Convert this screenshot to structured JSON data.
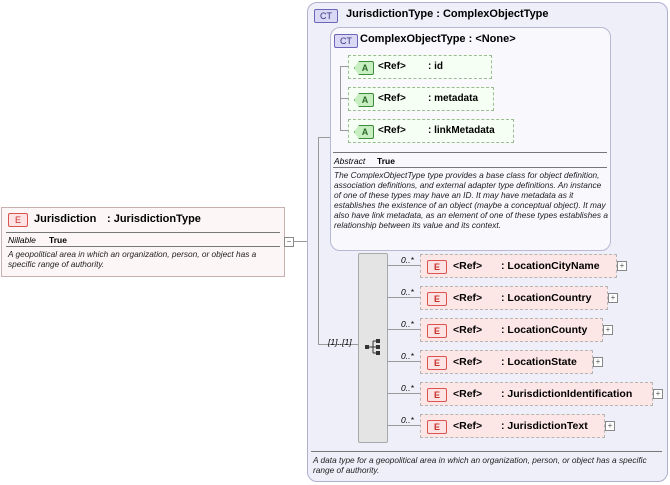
{
  "root": {
    "badge": "E",
    "name": "Jurisdiction",
    "type": ": JurisdictionType",
    "nillable_label": "Nillable",
    "nillable_value": "True",
    "doc": "A geopolitical area in which an organization, person, or object has a specific range of authority."
  },
  "outer": {
    "badge": "CT",
    "title": "JurisdictionType : ComplexObjectType",
    "doc": "A data type for a geopolitical area in which an organization, person, or object has a specific range of authority."
  },
  "inner": {
    "badge": "CT",
    "title": "ComplexObjectType : <None>",
    "abstract_label": "Abstract",
    "abstract_value": "True",
    "doc": "The ComplexObjectType type provides a base class for object definition, association definitions, and external adapter type definitions. An instance of one of these types may have an ID. It may have metadata as it establishes the existence of an object (maybe a conceptual object). It may also have link metadata, as an element of one of these types establishes a relationship between its value and its context.",
    "attributes": [
      {
        "badge": "A",
        "ref": "<Ref>",
        "name": ": id"
      },
      {
        "badge": "A",
        "ref": "<Ref>",
        "name": ": metadata"
      },
      {
        "badge": "A",
        "ref": "<Ref>",
        "name": ": linkMetadata"
      }
    ]
  },
  "sequence": {
    "occurrence": "[1]..[1]",
    "elements": [
      {
        "occ": "0..*",
        "badge": "E",
        "ref": "<Ref>",
        "name": ": LocationCityName",
        "expand": "+"
      },
      {
        "occ": "0..*",
        "badge": "E",
        "ref": "<Ref>",
        "name": ": LocationCountry",
        "expand": "+"
      },
      {
        "occ": "0..*",
        "badge": "E",
        "ref": "<Ref>",
        "name": ": LocationCounty",
        "expand": "+"
      },
      {
        "occ": "0..*",
        "badge": "E",
        "ref": "<Ref>",
        "name": ": LocationState",
        "expand": "+"
      },
      {
        "occ": "0..*",
        "badge": "E",
        "ref": "<Ref>",
        "name": ": JurisdictionIdentification",
        "expand": "+"
      },
      {
        "occ": "0..*",
        "badge": "E",
        "ref": "<Ref>",
        "name": ": JurisdictionText",
        "expand": "+"
      }
    ]
  },
  "collapse_symbol": "−"
}
